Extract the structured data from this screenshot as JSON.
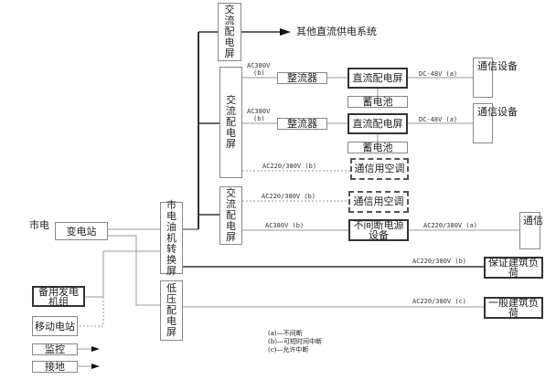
{
  "ac_panel_1": "交流配电屏",
  "ac_panel_2": "交流配电屏",
  "ac_panel_3": "交流配电屏",
  "other_dc": "其他直流供电系统",
  "ac380b": "AC380V",
  "ac380b_sub": "(b)",
  "rectifier": "整流器",
  "dc_panel": "直流配电屏",
  "battery": "蓄电池",
  "dc48": "DC-48V (a)",
  "comm_equip": "通信设备",
  "ac220b": "AC220/380V (b)",
  "ac_unit": "通信用空调",
  "ac380_b_line": "AC380V (b)",
  "ups": "不间断电源设备",
  "ac220a": "AC220/380V (a)",
  "comm": "通信",
  "city_power": "市电",
  "substation": "变电站",
  "transfer": "市电油机转换屏",
  "low_voltage": "低压配电屏",
  "generator": "备用发电机组",
  "mobile": "移动电站",
  "monitor": "监控",
  "ground": "接地",
  "guaranteed_load": "保证建筑负荷",
  "general_load": "一般建筑负荷",
  "ac220c": "AC220/380V (c)",
  "legend": [
    "(a)—不间断",
    "(b)—可短时间中断",
    "(c)—允许中断"
  ]
}
